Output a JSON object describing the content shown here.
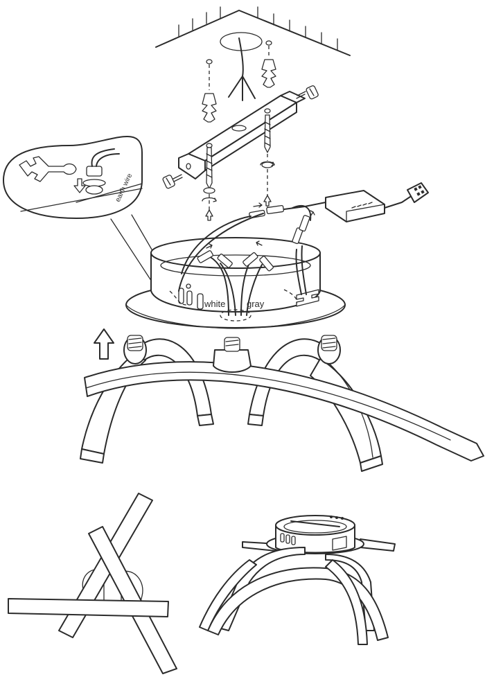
{
  "labels": {
    "earth_wire": "earth wire",
    "white": "white",
    "gray": "gray"
  },
  "colors": {
    "line": "#2b2b2b",
    "background": "#ffffff"
  }
}
